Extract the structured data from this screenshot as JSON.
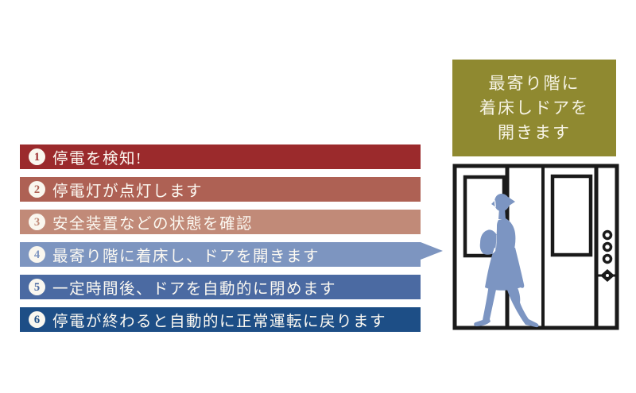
{
  "callout": {
    "lines": [
      "最寄り階に",
      "着床しドアを",
      "開きます"
    ],
    "bg": "#8f8930",
    "text_color": "#f6f3e4"
  },
  "steps": [
    {
      "num": "1",
      "label": "停電を検知!",
      "color": "#9b2a2c"
    },
    {
      "num": "2",
      "label": "停電灯が点灯します",
      "color": "#ae6154"
    },
    {
      "num": "3",
      "label": "安全装置などの状態を確認",
      "color": "#c18a78"
    },
    {
      "num": "4",
      "label": "最寄り階に着床し、ドアを開きます",
      "color": "#7d95c0"
    },
    {
      "num": "5",
      "label": "一定時間後、ドアを自動的に閉めます",
      "color": "#4b6aa2"
    },
    {
      "num": "6",
      "label": "停電が終わると自動的に正常運転に戻ります",
      "color": "#1d4e86"
    }
  ],
  "illustration": {
    "name": "elevator-open-doors-with-walking-person",
    "outline_color": "#1a1a1a",
    "person_color": "#7c95c2"
  }
}
